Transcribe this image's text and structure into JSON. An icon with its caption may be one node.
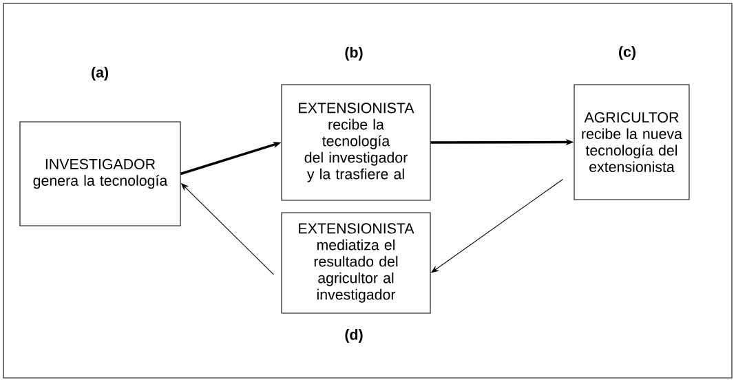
{
  "diagram": {
    "nodes": [
      {
        "text": [
          "(a)",
          "INVESTIGADOR genera la tecnología"
        ]
      },
      {
        "text": [
          "(b)",
          "EXTENSIONISTA recibe la tecnología del investigador y la trasfiere al"
        ]
      },
      {
        "text": [
          "(c)",
          "AGRICULTOR recibe la nueva tecnología del extensionista"
        ]
      },
      {
        "text": [
          "EXTENSIONISTA mediatiza el resultado del agricultor al investigador",
          "(d)"
        ]
      }
    ],
    "edges": [
      {
        "from": 0,
        "to": 1,
        "arrow": "to",
        "style": "thick"
      },
      {
        "from": 1,
        "to": 2,
        "arrow": "to",
        "style": "thick"
      },
      {
        "from": 2,
        "to": 3,
        "arrow": "to"
      },
      {
        "from": 3,
        "to": 0,
        "arrow": "to"
      }
    ]
  }
}
